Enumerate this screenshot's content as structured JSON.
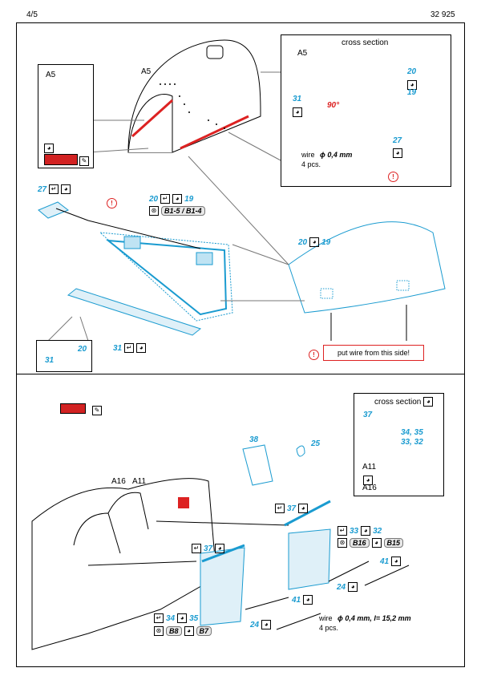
{
  "header": {
    "page": "4/5",
    "catalog": "32 925"
  },
  "top": {
    "a5_label": "A5",
    "a5_inset_label": "A5",
    "cross_section": "cross section",
    "angle": "90°",
    "wire": "wire",
    "wire_spec": "ϕ 0,4 mm",
    "wire_count": "4 pcs.",
    "parts": {
      "p31a": "31",
      "p20a": "20",
      "p19a": "19",
      "p27a": "27",
      "p27b": "27",
      "p20b": "20",
      "p19b": "19",
      "p20c": "20",
      "p19c": "19",
      "p31b": "31",
      "p31c": "31",
      "p20d": "20"
    },
    "ref_pill": "B1-5 / B1-4",
    "note": "put wire from this side!"
  },
  "bottom": {
    "cross_section": "cross section",
    "labels": {
      "a16": "A16",
      "a11": "A11",
      "a11b": "A11",
      "a16b": "A16"
    },
    "parts": {
      "p38": "38",
      "p25": "25",
      "p37a": "37",
      "p37b": "37",
      "p37c": "37",
      "p34": "34, 35",
      "p33": "33, 32",
      "p33b": "33",
      "p32b": "32",
      "p41a": "41",
      "p41b": "41",
      "p24a": "24",
      "p24b": "24",
      "p34b": "34",
      "p35b": "35"
    },
    "ref_pill_a": "B16",
    "ref_pill_a2": "B15",
    "ref_pill_b": "B8",
    "ref_pill_b2": "B7",
    "wire": "wire",
    "wire_spec": "ϕ 0,4 mm, l= 15,2 mm",
    "wire_count": "4 pcs."
  },
  "colors": {
    "photoetch": "#1a9bd0",
    "red": "#d22222",
    "frame": "#000000"
  }
}
